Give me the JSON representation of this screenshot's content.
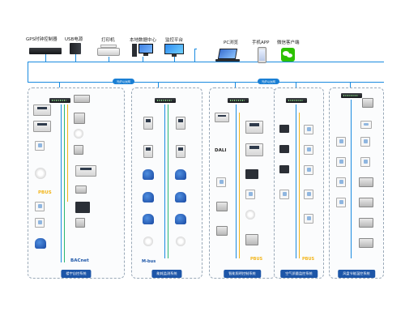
{
  "top_devices": [
    {
      "label": "GPS时钟控制器",
      "icon": "gps-clock-icon"
    },
    {
      "label": "USB电源",
      "icon": "ups-icon"
    },
    {
      "label": "打印机",
      "icon": "printer-icon"
    },
    {
      "label": "本地数据中心",
      "icon": "desktop-icon"
    },
    {
      "label": "监控平台",
      "icon": "monitor-icon"
    }
  ],
  "remote_clients": [
    {
      "label": "PC浏览",
      "icon": "laptop-icon"
    },
    {
      "label": "手机APP",
      "icon": "phone-icon"
    },
    {
      "label": "微信客户端",
      "icon": "wechat-icon"
    }
  ],
  "bus_badges": [
    "光纤以太网",
    "光纤以太网"
  ],
  "colors": {
    "ethernet": "#1a8be0",
    "fieldbus_yellow": "#f2b51a",
    "fieldbus_green": "#2bb673",
    "title_blue": "#1d56a8",
    "panel_border": "#9aa9b8"
  },
  "panels": [
    {
      "title": "楼宇自控系统",
      "brands": [
        "BACnet"
      ]
    },
    {
      "title": "能耗监测系统",
      "brands": [
        "M-bus"
      ]
    },
    {
      "title": "智能照明控制系统",
      "brands": [
        "PBUS"
      ]
    },
    {
      "title": "空气质量监控系统",
      "brands": [
        "PBUS"
      ]
    },
    {
      "title": "风盘节能温控系统",
      "brands": []
    }
  ],
  "inline_tags": {
    "pbus_left": "PBUS",
    "dali": "DALI"
  }
}
